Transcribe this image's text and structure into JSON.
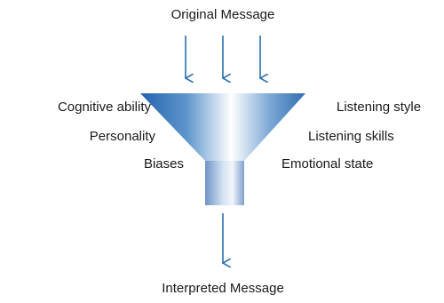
{
  "top_label": "Original Message",
  "bottom_label": "Interpreted Message",
  "left_factors": [
    "Cognitive ability",
    "Personality",
    "Biases"
  ],
  "right_factors": [
    "Listening style",
    "Listening skills",
    "Emotional state"
  ],
  "colors": {
    "arrow": "#2a6fb0",
    "funnel_dark": "#2563ad",
    "funnel_light": "#ffffff"
  }
}
